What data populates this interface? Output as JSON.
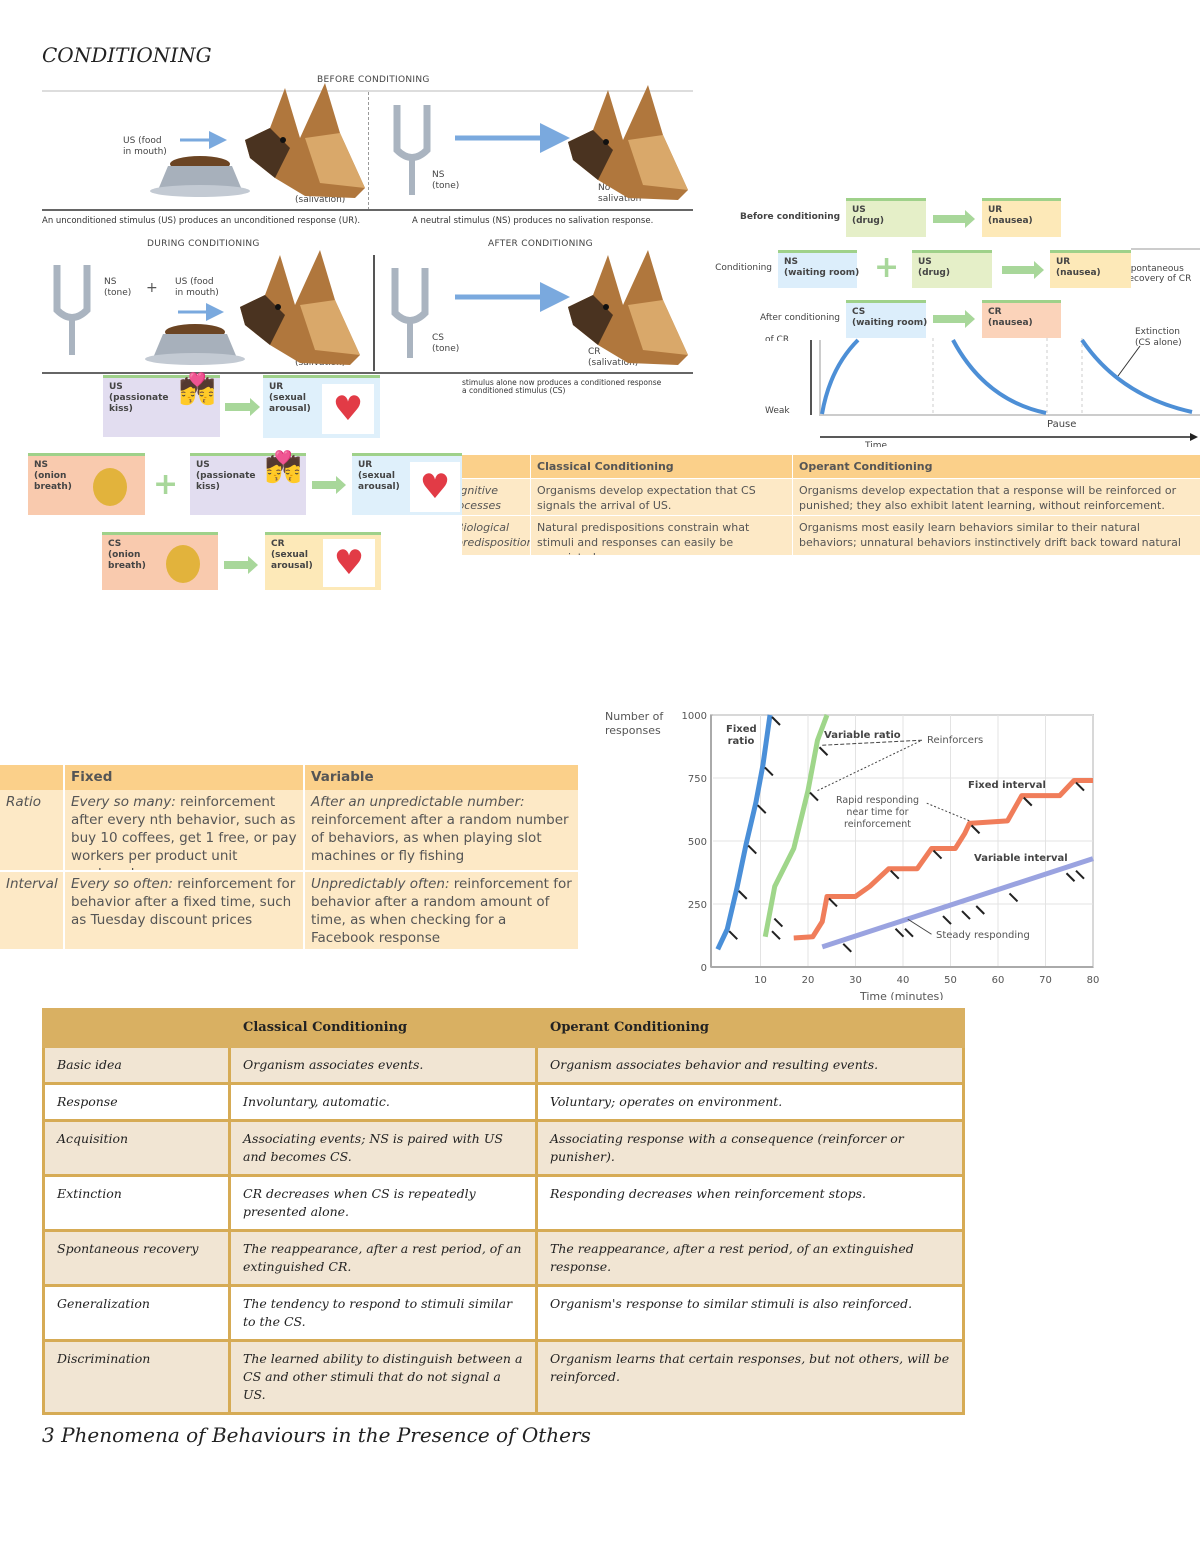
{
  "page": {
    "title": "CONDITIONING",
    "subtitle": "3 Phenomena of Behaviours in the Presence of Others"
  },
  "pavlov": {
    "before_header": "BEFORE CONDITIONING",
    "during_header": "DURING CONDITIONING",
    "after_header": "AFTER CONDITIONING",
    "us_food": "US (food\nin mouth)",
    "ur_salivation": "UR\n(salivation)",
    "ns_tone": "NS\n(tone)",
    "no_salivation": "No\nsalivation",
    "cs_tone": "CS\n(tone)",
    "cr_salivation": "CR\n(salivation)",
    "plus": "+",
    "caption_left": "An unconditioned stimulus (US) produces an unconditioned response (UR).",
    "caption_right": "A neutral stimulus (NS) produces no salivation response.",
    "caption_after": "stimulus alone now produces a conditioned response\na conditioned stimulus (CS)"
  },
  "kiss_diagram": {
    "us_kiss": "US\n(passionate\nkiss)",
    "ur_arousal": "UR\n(sexual\narousal)",
    "ns_onion": "NS\n(onion\nbreath)",
    "cs_onion": "CS\n(onion\nbreath)",
    "cr_arousal": "CR\n(sexual\narousal)"
  },
  "taste_aversion": {
    "row_before": "Before conditioning",
    "row_conditioning": "Conditioning",
    "row_after": "After conditioning",
    "us_drug": "US\n(drug)",
    "ur_nausea": "UR\n(nausea)",
    "ns_room": "NS\n(waiting room)",
    "cs_room": "CS\n(waiting room)",
    "cr_nausea": "CR\n(nausea)",
    "spont": "Spontaneous\nrecovery of CR",
    "strength": "of CR",
    "weak": "Weak",
    "pause": "Pause",
    "time": "Time",
    "extinction": "Extinction\n(CS alone)"
  },
  "compare_small": {
    "headers": [
      "",
      "Classical Conditioning",
      "Operant Conditioning"
    ],
    "rows": [
      {
        "label": "Cognitive\nprocesses",
        "classical": "Organisms develop expectation that CS signals the arrival of US.",
        "operant": "Organisms develop expectation that a response will be reinforced or punished; they also exhibit latent learning, without reinforcement."
      },
      {
        "label": "Biological\npredispositions",
        "classical": "Natural predispositions constrain what stimuli and responses can easily be associated.",
        "operant": "Organisms most easily learn behaviors similar to their natural behaviors; unnatural behaviors instinctively drift back toward natural ones."
      }
    ]
  },
  "schedules": {
    "headers": [
      "",
      "Fixed",
      "Variable"
    ],
    "rows": [
      {
        "label": "Ratio",
        "fixed_lead": "Every so many:",
        "fixed": " reinforcement after every nth behavior, such as buy 10 coffees, get 1 free, or pay workers per product unit produced",
        "variable_lead": "After an unpredictable number:",
        "variable": " reinforcement after a random number of behaviors, as when playing slot machines or fly fishing"
      },
      {
        "label": "Interval",
        "fixed_lead": "Every so often:",
        "fixed": " reinforcement for behavior after a fixed time, such as Tuesday discount prices",
        "variable_lead": "Unpredictably often:",
        "variable": " reinforcement for behavior after a random amount of time, as when checking for a Facebook response"
      }
    ]
  },
  "chart_data": {
    "type": "line",
    "xlabel": "Time (minutes)",
    "ylabel": "Number of responses",
    "xlim": [
      0,
      80
    ],
    "ylim": [
      0,
      1000
    ],
    "xticks": [
      10,
      20,
      30,
      40,
      50,
      60,
      70,
      80
    ],
    "yticks": [
      0,
      250,
      500,
      750,
      1000
    ],
    "grid": true,
    "series": [
      {
        "name": "Fixed ratio",
        "color": "#4a8fd8",
        "points": [
          [
            1,
            70
          ],
          [
            3,
            150
          ],
          [
            5,
            310
          ],
          [
            7,
            490
          ],
          [
            9,
            650
          ],
          [
            10.5,
            800
          ],
          [
            12,
            1000
          ]
        ],
        "reinforcers": [
          [
            3,
            150
          ],
          [
            5,
            310
          ],
          [
            7,
            490
          ],
          [
            9,
            650
          ],
          [
            10.5,
            800
          ],
          [
            12,
            1000
          ]
        ]
      },
      {
        "name": "Variable ratio",
        "color": "#9fd68a",
        "points": [
          [
            11,
            120
          ],
          [
            13,
            320
          ],
          [
            17,
            470
          ],
          [
            20,
            700
          ],
          [
            22,
            900
          ],
          [
            24,
            1000
          ]
        ],
        "reinforcers": [
          [
            12,
            150
          ],
          [
            12.5,
            200
          ],
          [
            20,
            700
          ],
          [
            22,
            880
          ]
        ]
      },
      {
        "name": "Fixed interval",
        "color": "#f07d5a",
        "points": [
          [
            17,
            115
          ],
          [
            21,
            120
          ],
          [
            23,
            180
          ],
          [
            24,
            280
          ],
          [
            30,
            280
          ],
          [
            33,
            320
          ],
          [
            37,
            390
          ],
          [
            43,
            390
          ],
          [
            46,
            470
          ],
          [
            51,
            470
          ],
          [
            53,
            530
          ],
          [
            54,
            570
          ],
          [
            62,
            580
          ],
          [
            65,
            680
          ],
          [
            73,
            680
          ],
          [
            76,
            740
          ],
          [
            80,
            740
          ]
        ],
        "reinforcers": [
          [
            24,
            280
          ],
          [
            37,
            390
          ],
          [
            46,
            470
          ],
          [
            54,
            570
          ],
          [
            65,
            680
          ],
          [
            76,
            740
          ]
        ]
      },
      {
        "name": "Variable interval",
        "color": "#9aa3e0",
        "points": [
          [
            23,
            80
          ],
          [
            80,
            430
          ]
        ],
        "reinforcers": [
          [
            27,
            100
          ],
          [
            38,
            160
          ],
          [
            40,
            160
          ],
          [
            48,
            210
          ],
          [
            52,
            230
          ],
          [
            55,
            250
          ],
          [
            62,
            300
          ],
          [
            74,
            380
          ],
          [
            76,
            390
          ]
        ]
      }
    ],
    "annotations": [
      "Reinforcers",
      "Rapid responding\nnear time for\nreinforcement",
      "Steady responding"
    ]
  },
  "big_table": {
    "headers": [
      "",
      "Classical Conditioning",
      "Operant Conditioning"
    ],
    "rows": [
      [
        "Basic idea",
        "Organism associates events.",
        "Organism associates behavior and resulting events."
      ],
      [
        "Response",
        "Involuntary, automatic.",
        "Voluntary; operates on environment."
      ],
      [
        "Acquisition",
        "Associating events; NS is paired with US and becomes CS.",
        "Associating response with a consequence (reinforcer or punisher)."
      ],
      [
        "Extinction",
        "CR decreases when CS is repeatedly presented alone.",
        "Responding decreases when reinforcement stops."
      ],
      [
        "Spontaneous recovery",
        "The reappearance, after a rest period, of an extinguished CR.",
        "The reappearance, after a rest period, of an extinguished response."
      ],
      [
        "Generalization",
        "The tendency to respond to stimuli similar to the CS.",
        "Organism's response to similar stimuli is also reinforced."
      ],
      [
        "Discrimination",
        "The learned ability to distinguish between a CS and other stimuli that do not signal a US.",
        "Organism learns that certain responses, but not others, will be reinforced."
      ]
    ]
  }
}
